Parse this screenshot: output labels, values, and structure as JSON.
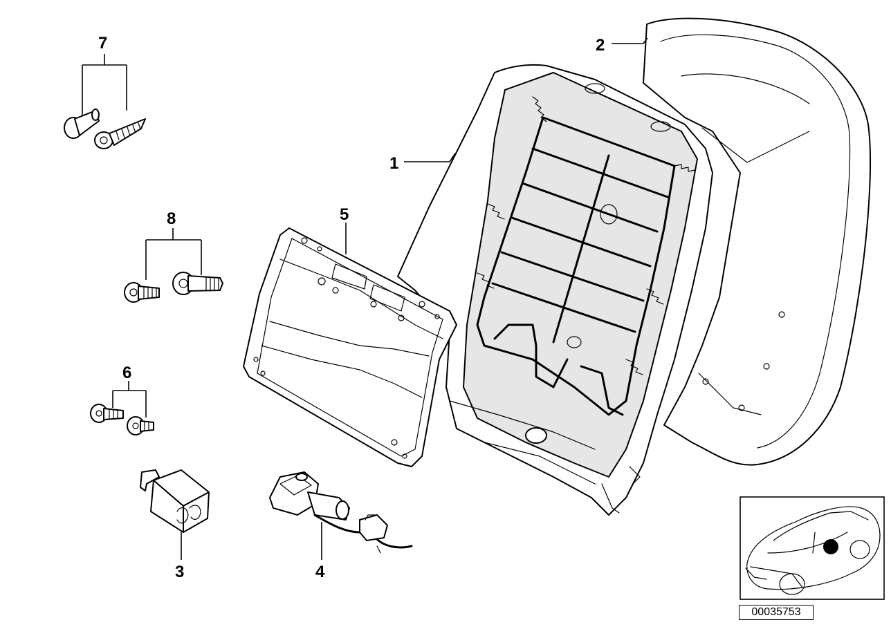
{
  "callouts": {
    "c1": "1",
    "c2": "2",
    "c3": "3",
    "c4": "4",
    "c5": "5",
    "c6": "6",
    "c7": "7",
    "c8": "8"
  },
  "reference_number": "00035753",
  "colors": {
    "line": "#000000",
    "background": "#ffffff",
    "location_dot": "#000000"
  }
}
